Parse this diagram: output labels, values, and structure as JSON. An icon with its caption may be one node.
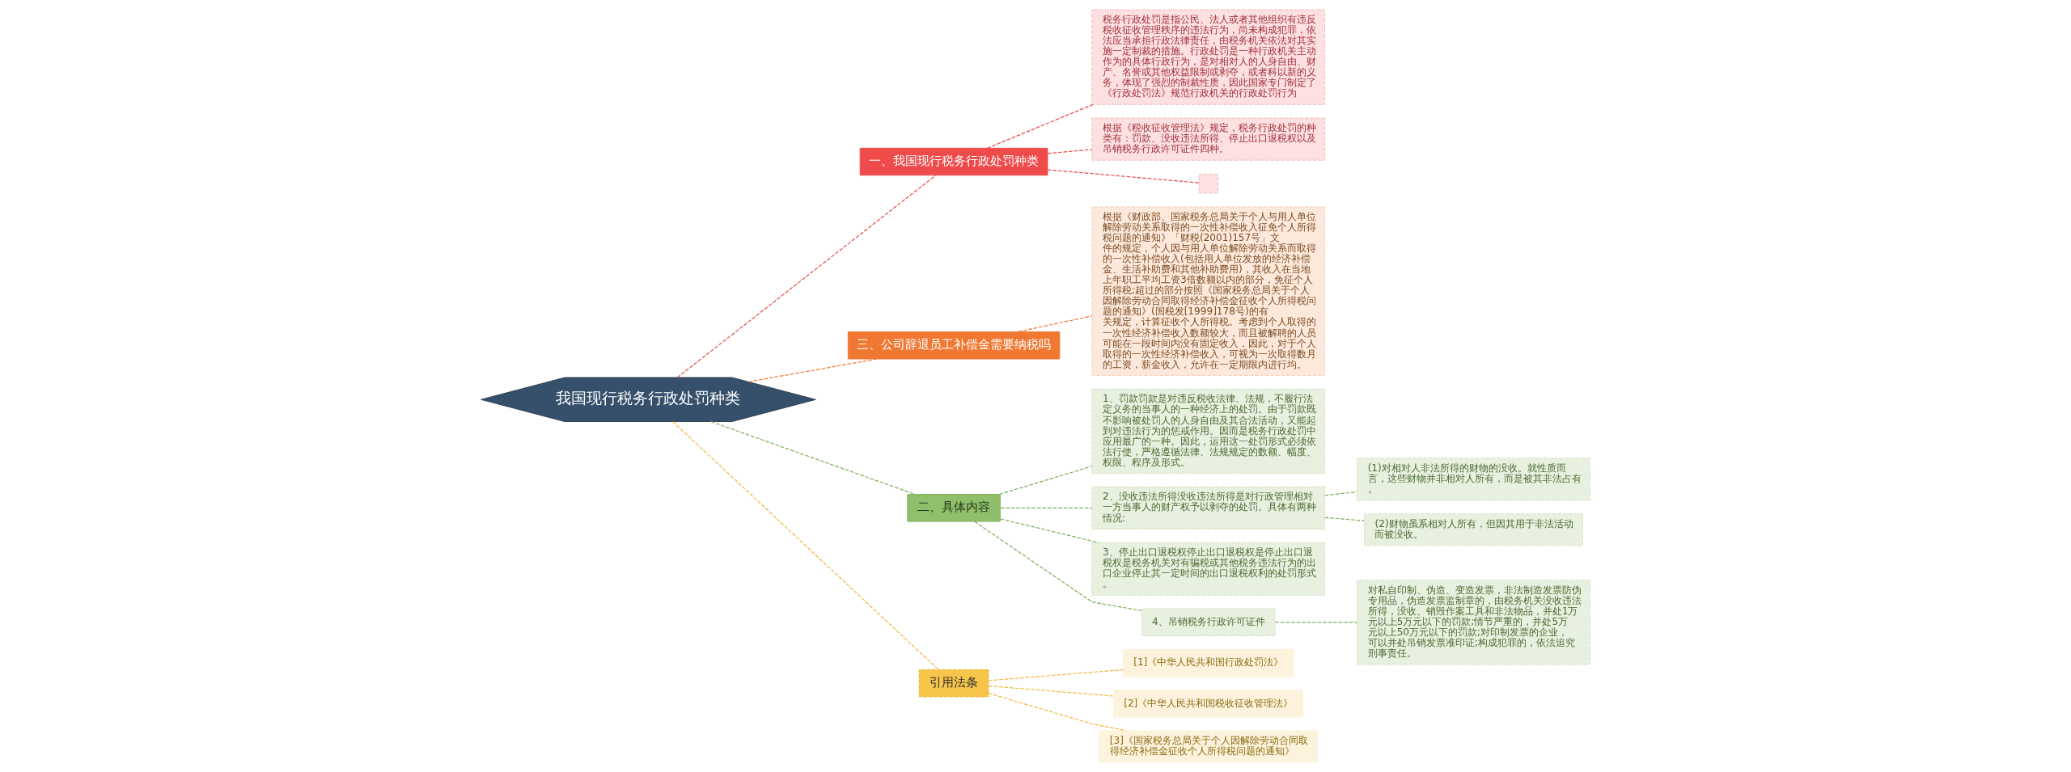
{
  "diagram": {
    "nodes": [
      {
        "text": [
          "我国现行税务行政处罚种类"
        ]
      },
      {
        "text": [
          "一、我国现行税务行政处罚种类"
        ]
      },
      {
        "text": [
          "税务行政处罚是指公民、法人或者其他组织有违反税收征收管理秩序的违法行为，尚未构成犯罪，依法应当承担行政法律责任，由税务机关依法对其实施一定制裁的措施。行政处罚是一种行政机关主动作为的具体行政行为，是对相对人的人身自由、财产、名誉或其他权益限制或剥夺，或者科以新的义务，体现了强烈的制裁性质，因此国家专门制定了《行政处罚法》规范行政机关的行政处罚行为"
        ]
      },
      {
        "text": [
          "根据《税收征收管理法》规定，税务行政处罚的种类有：罚款、没收违法所得、停止出口退税权以及吊销税务行政许可证件四种。"
        ]
      },
      {
        "text": [],
        "shape": "box"
      },
      {
        "text": [
          "三、公司辞退员工补偿金需要纳税吗"
        ]
      },
      {
        "text": [
          "根据《财政部、国家税务总局关于个人与用人单位解除劳动关系取得的一次性补偿收入征免个人所得税问题的通知》「财税(2001)157号」文件的规定，个人因与用人单位解除劳动关系而取得的一次性补偿收入(包括用人单位发放的经济补偿金、生活补助费和其他补助费用)，其收入在当地上年职工平均工资3倍数额以内的部分，免征个人所得税;超过的部分按照《国家税务总局关于个人因解除劳动合同取得经济补偿金征收个人所得税问题的通知》(国税发[1999]178号)的有关规定，计算征收个人所得税。考虑到个人取得的一次性经济补偿收入数额较大，而且被解聘的人员可能在一段时间内没有固定收入，因此，对于个人取得的一次性经济补偿收入，可视为一次取得数月的工资，薪金收入，允许在一定期限内进行均。"
        ]
      },
      {
        "text": [
          "二、具体内容"
        ]
      },
      {
        "text": [
          "1、罚款罚款是对违反税收法律、法规，不履行法定义务的当事人的一种经济上的处罚。由于罚款既不影响被处罚人的人身自由及其合法活动，又能起到对违法行为的惩戒作用。因而是税务行政处罚中应用最广的一种。因此，运用这一处罚形式必须依法行使，严格遵循法律、法规规定的数额、幅度、权限、程序及形式。"
        ]
      },
      {
        "text": [
          "2、没收违法所得没收违法所得是对行政管理相对一方当事人的财产权予以剥夺的处罚。具体有两种情况:"
        ]
      },
      {
        "text": [
          "(1)对相对人非法所得的财物的没收。就性质而言，这些财物并非相对人所有，而是被其非法占有。"
        ]
      },
      {
        "text": [
          "(2)财物虽系相对人所有，但因其用于非法活动而被没收。"
        ]
      },
      {
        "text": [
          "3、停止出口退税权停止出口退税权是停止出口退税权是税务机关对有骗税或其他税务违法行为的出口企业停止其一定时间的出口退税权利的处罚形式。"
        ]
      },
      {
        "text": [
          "4、吊销税务行政许可证件"
        ]
      },
      {
        "text": [
          "对私自印制、伪造、变造发票，非法制造发票防伪专用品，伪造发票监制章的，由税务机关没收违法所得，没收、销毁作案工具和非法物品，并处1万元以上5万元以下的罚款;情节严重的，并处5万元以上50万元以下的罚款;对印制发票的企业，可以并处吊销发票准印证;构成犯罪的，依法追究刑事责任。"
        ]
      },
      {
        "text": [
          "引用法条"
        ]
      },
      {
        "text": [
          "[1]《中华人民共和国行政处罚法》"
        ]
      },
      {
        "text": [
          "[2]《中华人民共和国税收征收管理法》"
        ]
      },
      {
        "text": [
          "[3]《国家税务总局关于个人因解除劳动合同取得经济补偿金征收个人所得税问题的通知》"
        ]
      }
    ],
    "edges": [
      {
        "from": 0,
        "to": 1,
        "arrow": "none",
        "style": "dashed",
        "color": "#e84a4a"
      },
      {
        "from": 1,
        "to": 2,
        "arrow": "none",
        "style": "dashed",
        "color": "#e84a4a"
      },
      {
        "from": 1,
        "to": 3,
        "arrow": "none",
        "style": "dashed",
        "color": "#e84a4a"
      },
      {
        "from": 1,
        "to": 4,
        "arrow": "none",
        "style": "dashed",
        "color": "#e84a4a"
      },
      {
        "from": 0,
        "to": 5,
        "arrow": "none",
        "style": "dashed",
        "color": "#f07832"
      },
      {
        "from": 5,
        "to": 6,
        "arrow": "none",
        "style": "dashed",
        "color": "#f07832"
      },
      {
        "from": 0,
        "to": 7,
        "arrow": "none",
        "style": "dashed",
        "color": "#7caf5a"
      },
      {
        "from": 7,
        "to": 8,
        "arrow": "none",
        "style": "dashed",
        "color": "#7caf5a"
      },
      {
        "from": 7,
        "to": 9,
        "arrow": "none",
        "style": "dashed",
        "color": "#7caf5a"
      },
      {
        "from": 9,
        "to": 10,
        "arrow": "none",
        "style": "dashed",
        "color": "#7caf5a"
      },
      {
        "from": 9,
        "to": 11,
        "arrow": "none",
        "style": "dashed",
        "color": "#7caf5a"
      },
      {
        "from": 7,
        "to": 12,
        "arrow": "none",
        "style": "dashed",
        "color": "#7caf5a"
      },
      {
        "from": 7,
        "to": 13,
        "arrow": "none",
        "style": "dashed",
        "color": "#7caf5a"
      },
      {
        "from": 13,
        "to": 14,
        "arrow": "none",
        "style": "dashed",
        "color": "#7caf5a"
      },
      {
        "from": 0,
        "to": 15,
        "arrow": "none",
        "style": "dashed",
        "color": "#f0b840"
      },
      {
        "from": 15,
        "to": 16,
        "arrow": "none",
        "style": "dashed",
        "color": "#f0b840"
      },
      {
        "from": 15,
        "to": 17,
        "arrow": "none",
        "style": "dashed",
        "color": "#f0b840"
      },
      {
        "from": 15,
        "to": 18,
        "arrow": "none",
        "style": "dashed",
        "color": "#f0b840"
      }
    ]
  }
}
